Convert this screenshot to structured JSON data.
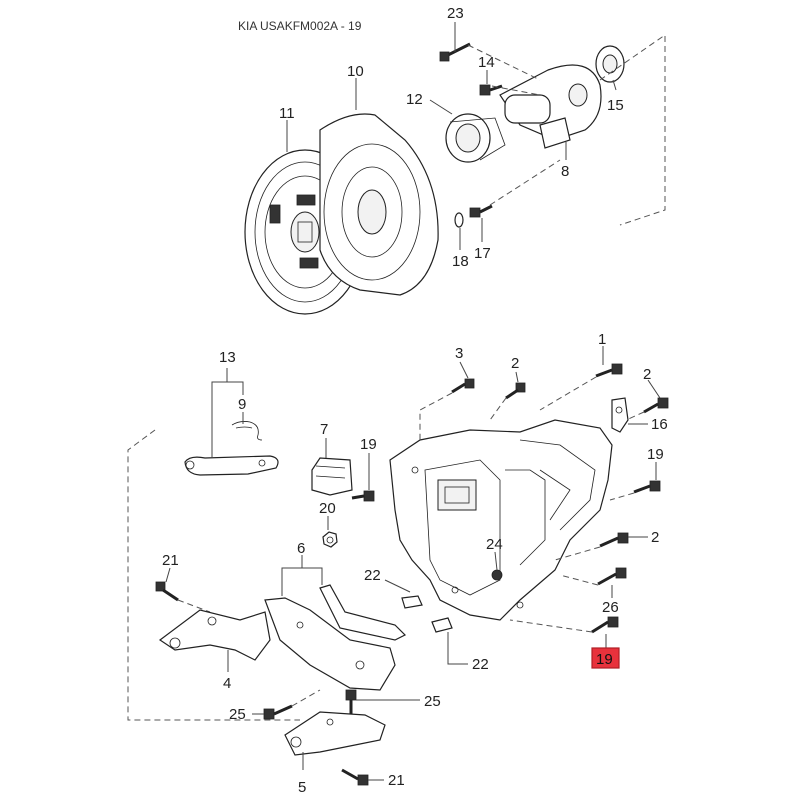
{
  "diagram": {
    "title": "KIA USAKFM002A - 19",
    "labels": {
      "p23": "23",
      "p10": "10",
      "p14": "14",
      "p12": "12",
      "p11": "11",
      "p15": "15",
      "p8": "8",
      "p17": "17",
      "p18": "18",
      "p13": "13",
      "p9": "9",
      "p3": "3",
      "p2a": "2",
      "p1": "1",
      "p2b": "2",
      "p16": "16",
      "p7": "7",
      "p19a": "19",
      "p19b": "19",
      "p20": "20",
      "p24": "24",
      "p2c": "2",
      "p21a": "21",
      "p6": "6",
      "p22a": "22",
      "p26": "26",
      "p19hl": "19",
      "p4": "4",
      "p22b": "22",
      "p25a": "25",
      "p25b": "25",
      "p5": "5",
      "p21b": "21"
    },
    "highlight_color": "#e8323c"
  }
}
